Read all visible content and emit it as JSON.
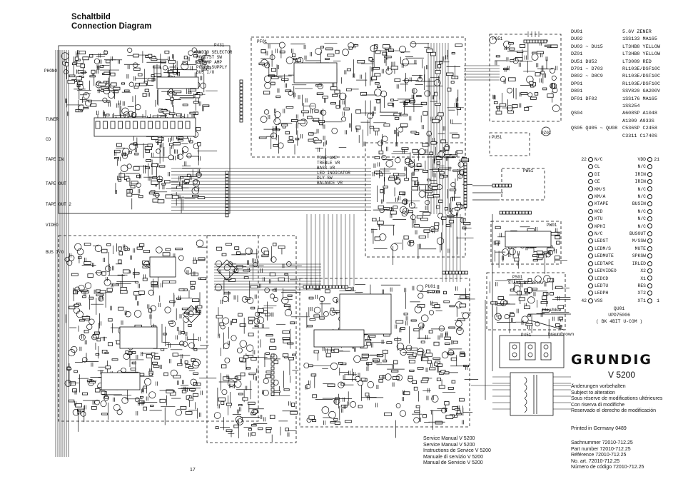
{
  "header": {
    "title_de": "Schaltbild",
    "title_en": "Connection Diagram"
  },
  "boards": [
    "P431",
    "PF01",
    "PG51",
    "PU51",
    "PZ01",
    "PW51",
    "PW01",
    "PU01",
    "PS01",
    "P451"
  ],
  "io_labels": [
    "PHONO",
    "TUNER",
    "CD",
    "TAPE IN",
    "TAPE OUT",
    "TAPE OUT 2",
    "VIDEO",
    "BUS I/O"
  ],
  "misc_labels": {
    "p431_lines": [
      "AUDIO SELECTOR",
      "MONO/ST SW",
      "PREAMP AMP",
      "POWER SUPPLY",
      "BUS I/O"
    ],
    "pf01_lines": [
      "TONE AMP",
      "TREBLE VR",
      "BASS VR",
      "LED INDICATOR",
      "DLY SW",
      "BALANCE VR"
    ],
    "pu01_label": "U-COM",
    "ps01_lines": [
      "STAND BY RELAY"
    ],
    "wire_blue": "blau/blue",
    "wire_brown": "braun/brown",
    "page_number": "17"
  },
  "components": [
    {
      "ref": "DU01",
      "part": "5.6V ZENER"
    },
    {
      "ref": "DU02",
      "part": "1SS133 MA165"
    },
    {
      "ref": "DU03 ~ DU15",
      "part": "LT3HB8 YELLOW"
    },
    {
      "ref": "DZ01",
      "part": "LT3HB8 YELLOW"
    },
    {
      "ref": "DU51 DU52",
      "part": "LT3089 RED"
    },
    {
      "ref": "D701 ~ D703",
      "part": "RL103E/DSF10C"
    },
    {
      "ref": "D802 ~ D8C9",
      "part": "RL103E/DSF10C"
    },
    {
      "ref": "DP01",
      "part": "RL103E/DSF10C"
    },
    {
      "ref": "D801",
      "part": "SSV820 GA200V"
    },
    {
      "ref": "DF01 DF02",
      "part": "1SS176 MA165"
    },
    {
      "ref": "",
      "part": "1SS254"
    },
    {
      "ref": "QS04",
      "part": "A608SP A1048"
    },
    {
      "ref": "",
      "part": "A1309 A933S"
    },
    {
      "ref": "QS05 QU05 ~ QU08",
      "part": "C536SP C2458"
    },
    {
      "ref": "",
      "part": "C3311 C1740S"
    }
  ],
  "ic_pins_left": [
    {
      "num": "22",
      "name": "N/C"
    },
    {
      "num": "",
      "name": "CL"
    },
    {
      "num": "",
      "name": "DI"
    },
    {
      "num": "",
      "name": "CE"
    },
    {
      "num": "",
      "name": "KM/S"
    },
    {
      "num": "",
      "name": "KM/A"
    },
    {
      "num": "",
      "name": "KTAPE"
    },
    {
      "num": "",
      "name": "KCD"
    },
    {
      "num": "",
      "name": "KTU"
    },
    {
      "num": "",
      "name": "KPHI"
    },
    {
      "num": "",
      "name": "N/C"
    },
    {
      "num": "",
      "name": "LEDST"
    },
    {
      "num": "",
      "name": "LEDM/S"
    },
    {
      "num": "",
      "name": "LEDMUTE"
    },
    {
      "num": "",
      "name": "LEDTAPE"
    },
    {
      "num": "",
      "name": "LEDVIDEO"
    },
    {
      "num": "",
      "name": "LEDCD"
    },
    {
      "num": "",
      "name": "LEDTU"
    },
    {
      "num": "",
      "name": "LEDPH"
    },
    {
      "num": "42",
      "name": "VSS"
    }
  ],
  "ic_pins_right": [
    {
      "num": "21",
      "name": "VDD"
    },
    {
      "num": "",
      "name": "N/C"
    },
    {
      "num": "",
      "name": "IRIN"
    },
    {
      "num": "",
      "name": "IRIN"
    },
    {
      "num": "",
      "name": "N/C"
    },
    {
      "num": "",
      "name": "N/C"
    },
    {
      "num": "",
      "name": "BUSIN"
    },
    {
      "num": "",
      "name": "N/C"
    },
    {
      "num": "",
      "name": "N/C"
    },
    {
      "num": "",
      "name": "N/C"
    },
    {
      "num": "",
      "name": "BUSOUT"
    },
    {
      "num": "",
      "name": "M/SSW"
    },
    {
      "num": "",
      "name": "MUTE"
    },
    {
      "num": "",
      "name": "SPKSW"
    },
    {
      "num": "",
      "name": "IRLED"
    },
    {
      "num": "",
      "name": "X2"
    },
    {
      "num": "",
      "name": "X1"
    },
    {
      "num": "",
      "name": "RES"
    },
    {
      "num": "",
      "name": "XT2"
    },
    {
      "num": "1",
      "name": "XT1"
    }
  ],
  "ic_info": {
    "ref": "QU01",
    "part": "UPD75006",
    "note": "( BK 4BIT U-COM )"
  },
  "brand": {
    "name": "GRUNDIG",
    "model": "V 5200"
  },
  "notice_lines": [
    "Änderungen vorbehalten",
    "Subject to alteration",
    "Sous réserve de modifications ultérieures",
    "Con riserva di modifiche",
    "Reservado el derecho de modificación"
  ],
  "printed": "Printed in Germany 0489",
  "manual_lines": [
    "Service Manual V 5200",
    "Service Manual V 5200",
    "Instructions de Service  V 5200",
    "Manuale di servizio V 5200",
    "Manual de Servicio V 5200"
  ],
  "part_lines": [
    "Sachnummer 72010-712.25",
    "Part number 72010-712.25",
    "Référence 72010-712.25",
    "No. art. 72010-712.25",
    "Número de código 72010-712.25"
  ]
}
